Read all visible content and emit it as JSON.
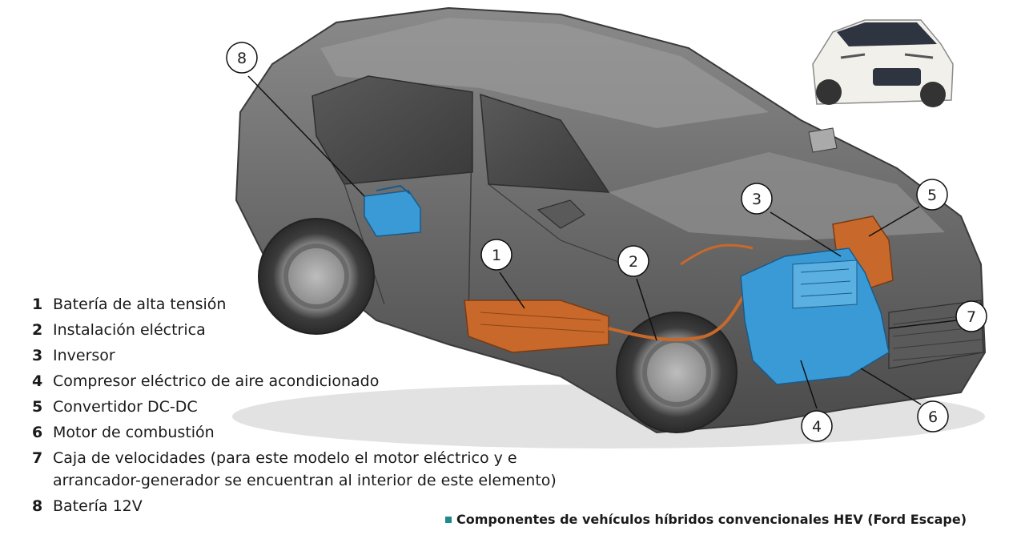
{
  "legend": [
    {
      "num": "1",
      "text": "Batería de alta tensión"
    },
    {
      "num": "2",
      "text": "Instalación eléctrica"
    },
    {
      "num": "3",
      "text": "Inversor"
    },
    {
      "num": "4",
      "text": "Compresor eléctrico de aire acondicionado"
    },
    {
      "num": "5",
      "text": "Convertidor DC-DC"
    },
    {
      "num": "6",
      "text": "Motor de combustión"
    },
    {
      "num": "7",
      "text": "Caja de velocidades (para este modelo el motor eléctrico y e arrancador-generador se encuentran al interior de este elemento)"
    },
    {
      "num": "8",
      "text": "Batería 12V"
    }
  ],
  "callouts": [
    "1",
    "2",
    "3",
    "4",
    "5",
    "6",
    "7",
    "8"
  ],
  "caption": {
    "text": "Componentes de vehículos híbridos convencionales HEV (Ford Escape)"
  },
  "colors": {
    "accent": "#1e8a8a",
    "high_voltage_orange": "#c8692b",
    "component_blue": "#3a9ad6",
    "car_body_gray": "#6b6b6b"
  }
}
